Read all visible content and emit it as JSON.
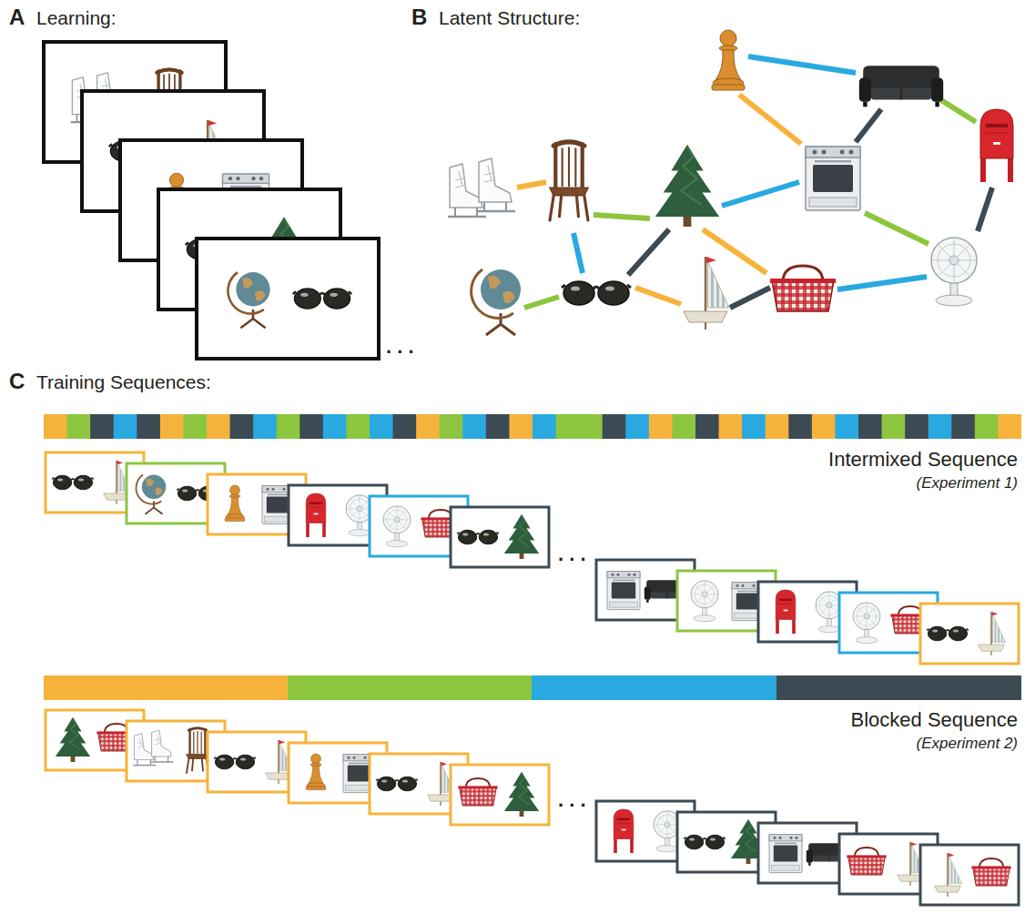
{
  "diagram": {
    "labels": [
      "A",
      "Learning:",
      "B",
      "Latent Structure:",
      ". . .",
      "C",
      "Training Sequences:",
      "Intermixed Sequence",
      "(Experiment 1)",
      ". . .",
      "Blocked Sequence",
      "(Experiment 2)",
      ". . ."
    ]
  }
}
